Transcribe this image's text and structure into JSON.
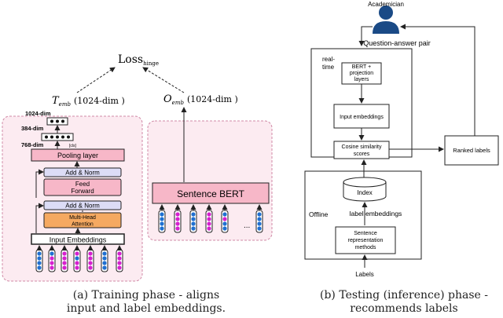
{
  "left_panel": {
    "loss_main": "Loss",
    "loss_sub": "hinge",
    "t_main": "T",
    "t_sub": "emb",
    "t_dim": "(1024-dim )",
    "o_main": "O",
    "o_sub": "emb",
    "o_dim": "(1024-dim )",
    "dim_1024": "1024-dim",
    "dim_384": "384-dim",
    "dim_768": "768-dim",
    "cls": "[cls]",
    "pooling_layer": "Pooling layer",
    "add_norm_top": "Add & Norm",
    "feed_forward_1": "Feed",
    "feed_forward_2": "Forward",
    "add_norm_bottom": "Add & Norm",
    "mha_1": "Multi-Head",
    "mha_2": "Attention",
    "input_embeddings": "Input Embeddings",
    "sentence_bert": "Sentence BERT",
    "ellipsis": "...",
    "caption_line1": "(a) Training phase - aligns",
    "caption_line2": "input and label embeddings."
  },
  "right_panel": {
    "academician": "Academician",
    "qa_pair": "Question-answer pair",
    "realtime_1": "real-",
    "realtime_2": "time",
    "bert_1": "BERT +",
    "bert_2": "projection",
    "bert_3": "layers",
    "input_embeddings": "Input embeddings",
    "cosine_1": "Cosine similarity",
    "cosine_2": "scores",
    "ranked_labels": "Ranked labels",
    "index": "Index",
    "offline": "Offline",
    "label_embeddings": "label embeddings",
    "srm_1": "Sentence",
    "srm_2": "representation",
    "srm_3": "methods",
    "labels": "Labels",
    "caption_line1": "(b) Testing (inference) phase -",
    "caption_line2": "recommends labels"
  },
  "colors": {
    "panel_fill": "#fcebf1",
    "panel_stroke": "#d08aa6",
    "pooling_fill": "#f7b7c8",
    "addnorm_fill": "#dcdcf6",
    "ff_fill": "#f7b7c8",
    "mha_fill": "#f5a961",
    "sbert_fill": "#f7b7c8",
    "token_blue": "#1f6fd1",
    "token_magenta": "#d61fcf",
    "user_blue": "#1a4a86"
  }
}
